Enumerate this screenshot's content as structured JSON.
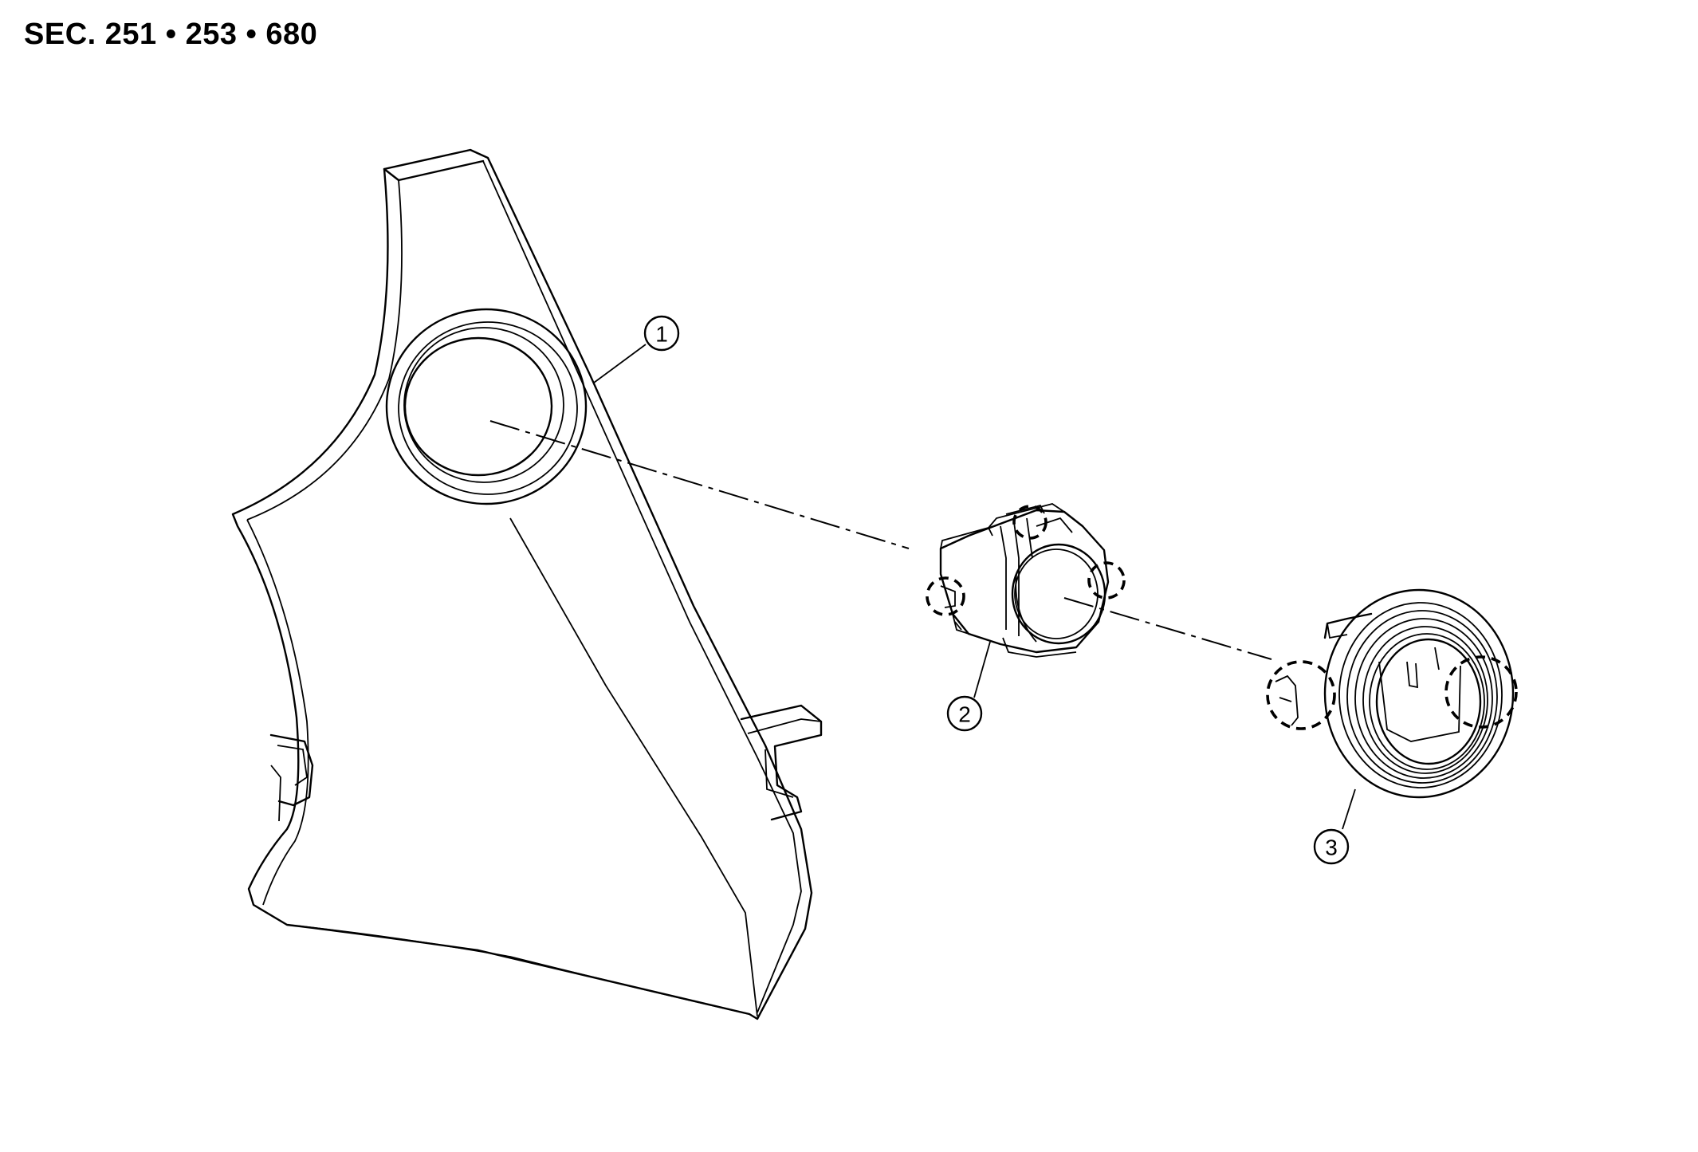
{
  "header": {
    "section_label": "SEC. 251 • 253 • 680"
  },
  "callouts": [
    {
      "id": "part-1",
      "number": "1"
    },
    {
      "id": "part-2",
      "number": "2"
    },
    {
      "id": "part-3",
      "number": "3"
    }
  ]
}
